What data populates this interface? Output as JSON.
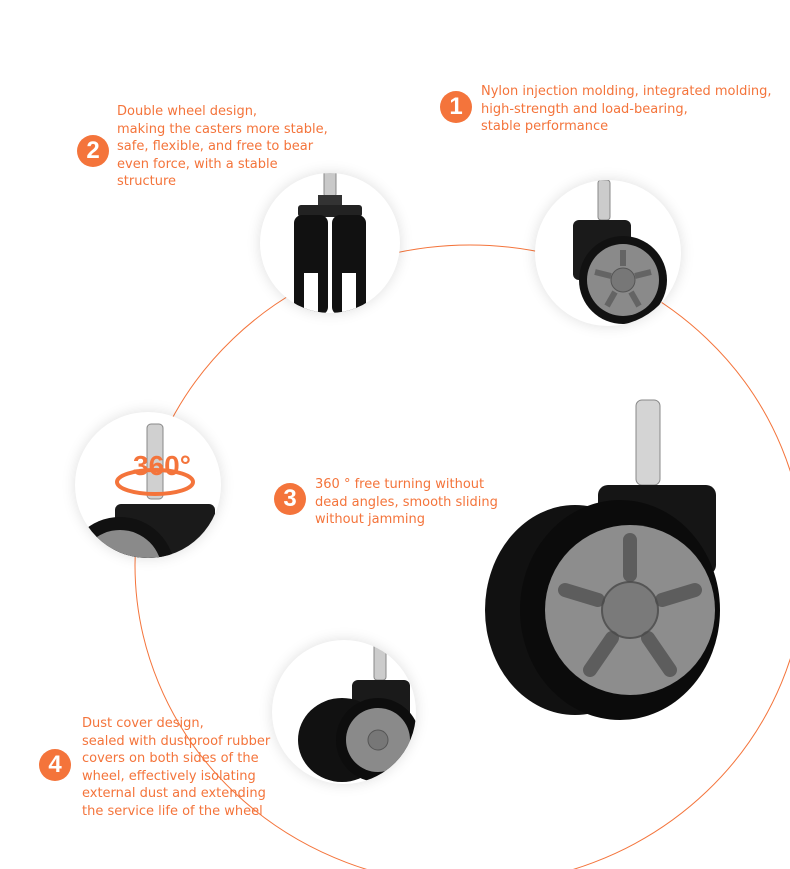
{
  "accent_color": "#f4743b",
  "features": [
    {
      "number": "1",
      "lines": [
        "Nylon injection molding, integrated molding,",
        "high-strength and load-bearing,",
        "stable performance"
      ]
    },
    {
      "number": "2",
      "lines": [
        "Double wheel design,",
        "making the casters more stable,",
        "safe, flexible, and free to bear",
        "even force, with a stable",
        "structure"
      ]
    },
    {
      "number": "3",
      "lines": [
        "360 ° free turning without",
        "dead angles, smooth sliding",
        "without jamming"
      ]
    },
    {
      "number": "4",
      "lines": [
        "Dust cover design,",
        "sealed with dustproof rubber",
        "covers on both sides of the",
        "wheel, effectively isolating",
        "external dust and extending",
        "the service life of the wheel"
      ]
    }
  ],
  "rotation_label": "360°"
}
